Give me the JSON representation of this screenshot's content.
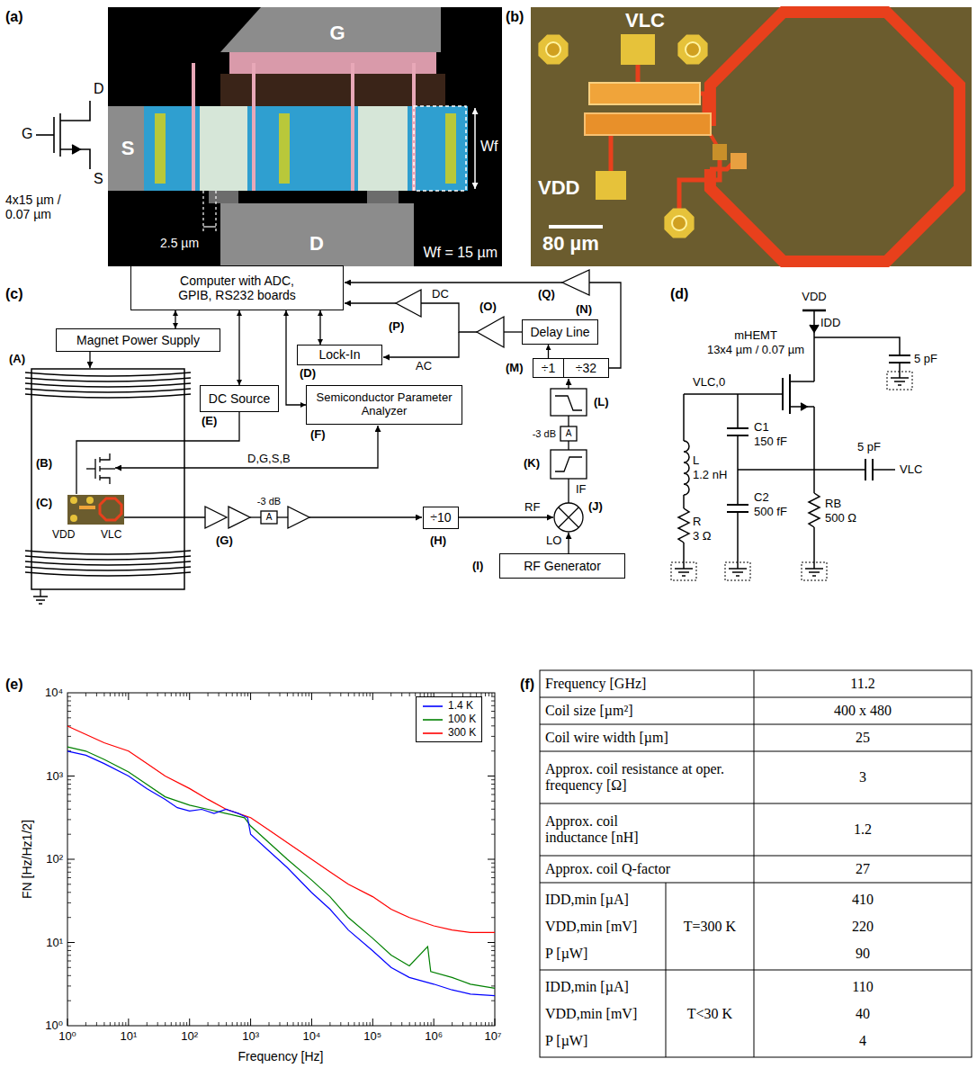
{
  "diagram": {
    "nodes": [
      {
        "text": [
          "Computer with ADC, GPIB, RS232 boards"
        ]
      },
      {
        "text": [
          "Magnet Power Supply"
        ]
      },
      {
        "text": [
          "Lock-In"
        ]
      },
      {
        "text": [
          "DC Source"
        ]
      },
      {
        "text": [
          "Semiconductor Parameter Analyzer"
        ]
      },
      {
        "text": [
          "Delay Line"
        ]
      },
      {
        "text": [
          "÷1"
        ]
      },
      {
        "text": [
          "÷32"
        ]
      },
      {
        "text": [
          "÷10"
        ]
      },
      {
        "text": [
          "RF Generator"
        ]
      }
    ],
    "edges": [
      {
        "from": 0,
        "to": 1,
        "arrow": "both"
      },
      {
        "from": 0,
        "to": 2,
        "arrow": "both"
      },
      {
        "from": 0,
        "to": 3,
        "arrow": "both"
      },
      {
        "from": 0,
        "to": 4,
        "arrow": "both"
      },
      {
        "from": 6,
        "to": 5,
        "arrow": "to"
      }
    ],
    "labels": [
      "(a)",
      "G",
      "D",
      "S",
      "4x15 µm / 0.07 µm",
      "G",
      "S",
      "D",
      "Wf",
      "2.5 µm",
      "Wf = 15 µm",
      "(b)",
      "VLC",
      "VDD",
      "80 µm",
      "(c)",
      "(Q)",
      "(P)",
      "DC",
      "(O)",
      "AC",
      "(N)",
      "(D)",
      "(M)",
      "(A)",
      "(E)",
      "(F)",
      "(L)",
      "-3 dB",
      "A",
      "(K)",
      "IF",
      "(B)",
      "D,G,S,B",
      "(C)",
      "VDD",
      "VLC",
      "-3 dB",
      "A",
      "(G)",
      "RF",
      "(H)",
      "(J)",
      "LO",
      "(I)",
      "(d)",
      "VDD",
      "IDD",
      "mHEMT",
      "13x4 µm / 0.07 µm",
      "VLC,0",
      "5 pF",
      "C1",
      "150 fF",
      "5 pF",
      "VLC",
      "L",
      "1.2 nH",
      "C2",
      "500 fF",
      "RB",
      "500 Ω",
      "R",
      "3 Ω",
      "(e)",
      "FN [Hz/Hz1/2]",
      "10⁴",
      "10³",
      "10²",
      "10¹",
      "10⁰",
      "10⁰",
      "10¹",
      "10²",
      "10³",
      "10⁴",
      "10⁵",
      "10⁶",
      "10⁷",
      "Frequency [Hz]",
      "(f)",
      "Frequency [GHz]",
      "11.2",
      "Coil size [µm²]",
      "400 x 480",
      "Coil wire width [µm]",
      "25",
      "Approx. coil resistance at oper. frequency [Ω]",
      "3",
      "Approx. coil inductance [nH]",
      "1.2",
      "Approx. coil Q-factor",
      "27",
      "IDD,min [µA]",
      "VDD,min [mV]",
      "P [µW]",
      "T=300 K",
      "410",
      "220",
      "90",
      "IDD,min [µA]",
      "VDD,min [mV]",
      "P [µW]",
      "T<30 K",
      "110",
      "40",
      "4"
    ],
    "legend": [
      {
        "text": "1.4 K",
        "color": "#0000ff"
      },
      {
        "text": "100 K",
        "color": "#008000"
      },
      {
        "text": "300 K",
        "color": "#ff0000"
      }
    ]
  }
}
